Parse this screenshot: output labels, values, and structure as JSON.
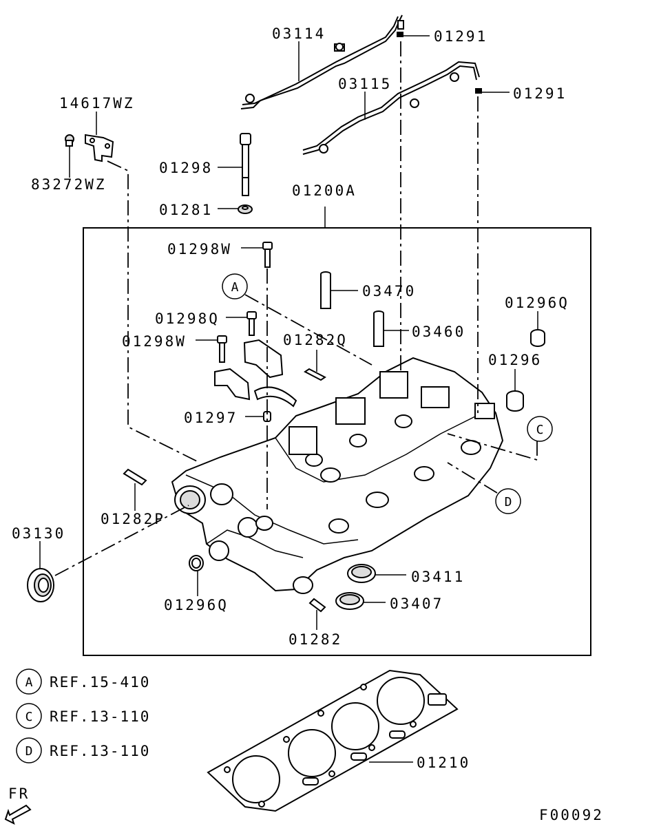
{
  "diagram": {
    "part_labels": {
      "p03114": "03114",
      "p01291_a": "01291",
      "p03115": "03115",
      "p01291_b": "01291",
      "p14617WZ": "14617WZ",
      "p83272WZ": "83272WZ",
      "p01298": "01298",
      "p01281": "01281",
      "p01200A": "01200A",
      "p01298W_a": "01298W",
      "p03470": "03470",
      "p01298Q": "01298Q",
      "p03460": "03460",
      "p01296Q_a": "01296Q",
      "p01298W_b": "01298W",
      "p01282Q": "01282Q",
      "p01296": "01296",
      "p01297": "01297",
      "p01282P": "01282P",
      "p03130": "03130",
      "p03411": "03411",
      "p03407": "03407",
      "p01296Q_b": "01296Q",
      "p01282": "01282",
      "p01210": "01210"
    },
    "callouts": {
      "a": "A",
      "c": "C",
      "d": "D"
    },
    "references": [
      {
        "letter": "A",
        "text": "REF.15-410"
      },
      {
        "letter": "C",
        "text": "REF.13-110"
      },
      {
        "letter": "D",
        "text": "REF.13-110"
      }
    ],
    "front_indicator": "FR",
    "figure_code": "F00092"
  }
}
